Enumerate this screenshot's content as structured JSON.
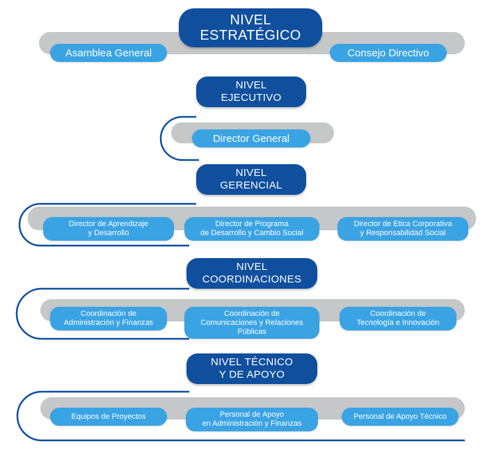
{
  "colors": {
    "level_fill": "#0f4f9e",
    "node_fill": "#3aa3e3",
    "band_fill": "#c5c7c9",
    "connector": "#0f4f9e"
  },
  "levels": {
    "estrategico": "NIVEL\nESTRATÉGICO",
    "ejecutivo": "NIVEL\nEJECUTIVO",
    "gerencial": "NIVEL\nGERENCIAL",
    "coordinaciones": "NIVEL\nCOORDINACIONES",
    "tecnico": "NIVEL TÉCNICO\nY DE APOYO"
  },
  "estrategico_nodes": [
    "Asamblea General",
    "Consejo Directivo"
  ],
  "ejecutivo_nodes": [
    "Director General"
  ],
  "gerencial_nodes": [
    "Director de Aprendizaje\ny Desarrollo",
    "Director de Programa\nde Desarrollo y Cambio Social",
    "Director de Etica Corporativa\ny Responsabilidad Social"
  ],
  "coordinaciones_nodes": [
    "Coordinación de\nAdministración y Finanzas",
    "Coordinación de\nComunicaciones y Relaciones\nPúblicas",
    "Coordinación de\nTecnología e Innovación"
  ],
  "tecnico_nodes": [
    "Equipos de Proyectos",
    "Personal de Apoyo\nen Administración y Finanzas",
    "Personal de Apoyo Técnico"
  ]
}
